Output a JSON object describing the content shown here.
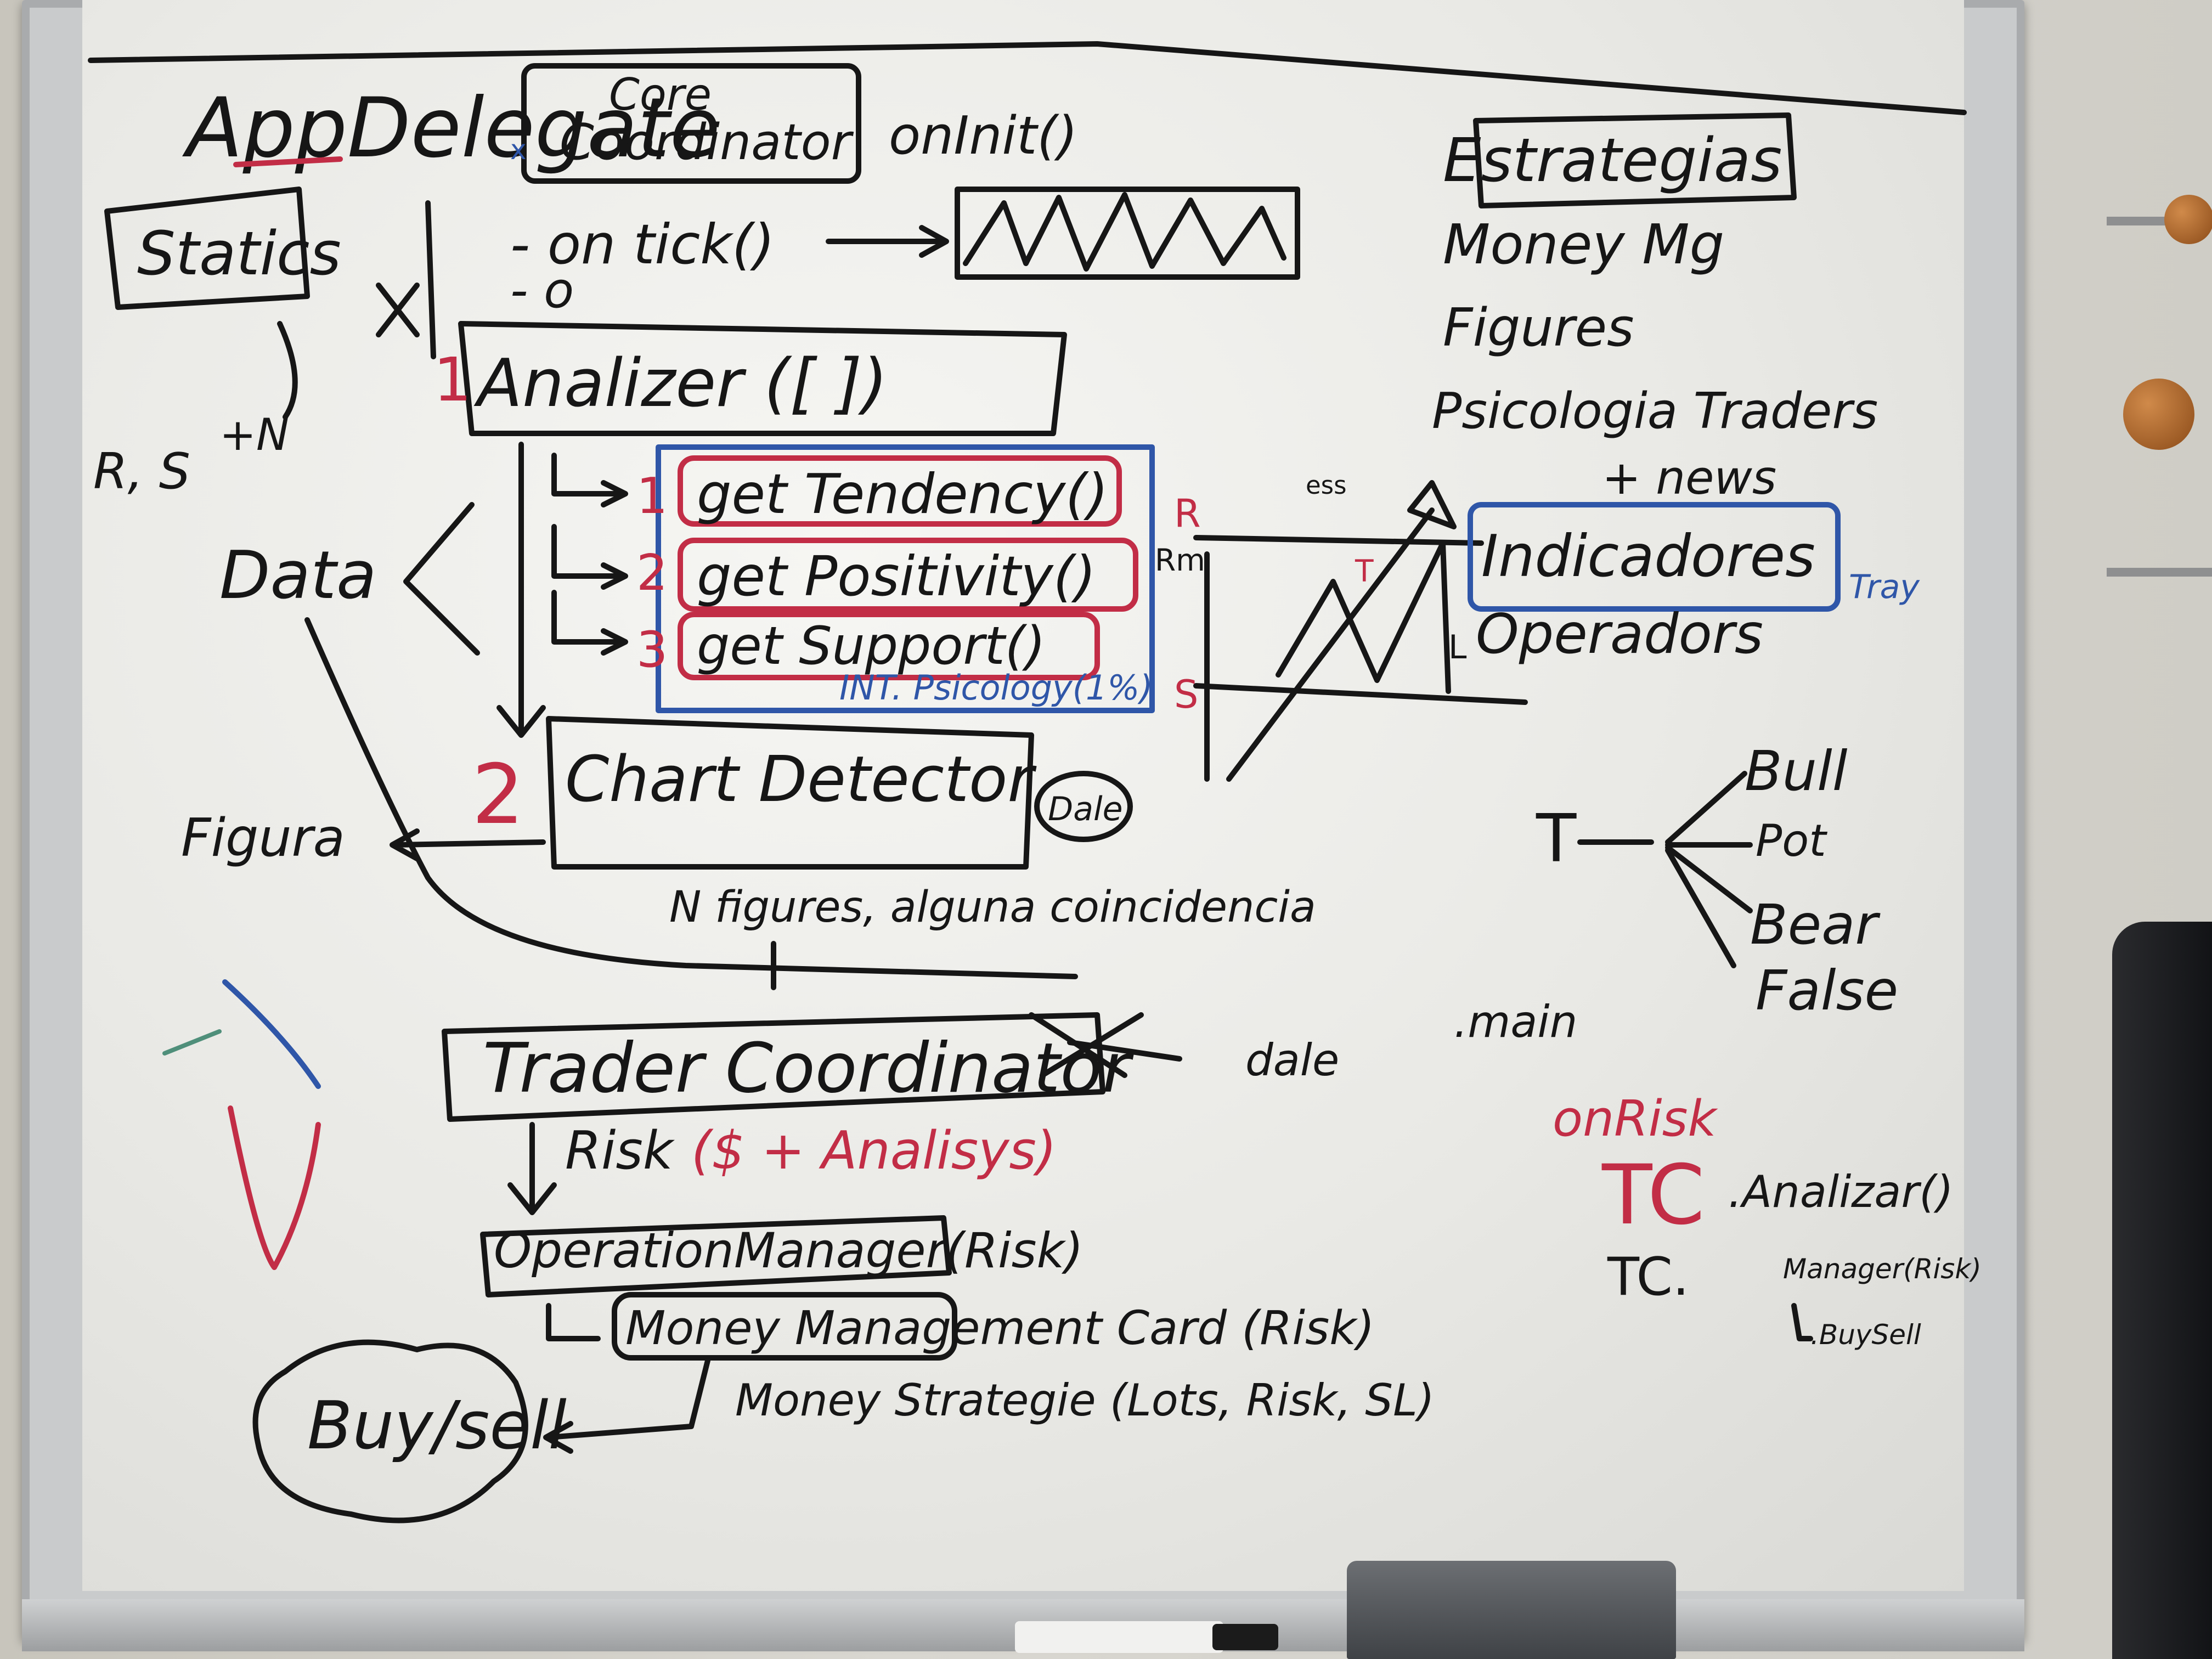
{
  "title": "AppDelegate",
  "core": {
    "line1": "Core",
    "line2": "Coordinator",
    "on_init": "onInit()"
  },
  "statics": "Statics",
  "on_tick": "- on tick()",
  "on_short": "- o",
  "analizer": "Analizer ([ ])",
  "methods": [
    "get Tendency()",
    "get Positivity()",
    "get Support()"
  ],
  "method_numbers": [
    "1",
    "2",
    "3"
  ],
  "psicology": "INT. Psicology(1%)",
  "left_notes": {
    "rs": "R, S",
    "rsn": "+N",
    "data": "Data",
    "figura": "Figura"
  },
  "number_1": "1",
  "number_2": "2",
  "chart_detector": "Chart Detector",
  "dale": "Dale",
  "figures_note": "N figures, alguna coincidencia",
  "trader_coordinator": "Trader Coordinator",
  "trader_suffix": "dale",
  "risk": "Risk",
  "risk_paren": "($ + Analisys)",
  "operation_manager": "OperationManager(Risk)",
  "money_mgmt": "Money Management Card (Risk)",
  "money_strategy": "Money Strategie (Lots, Risk, SL)",
  "buysell": "Buy/sell",
  "right_list": [
    "Estrategias",
    "Money Mg",
    "Figures",
    "Psicologia Traders",
    "+ news",
    "Indicadores",
    "Operadors"
  ],
  "trend_labels": {
    "r": "R",
    "s": "S",
    "t": "T",
    "l": "L",
    "rm": "Rm",
    "ess": "ess"
  },
  "tree": {
    "root": "T",
    "bull": "Bull",
    "pot": "Pot",
    "bear": "Bear",
    "false": "False"
  },
  "tray_note": "Tray",
  "main_notes": {
    "main": ".main",
    "onrisk": "onRisk",
    "tc": "TC",
    "tc_analyze": ".Analizar()",
    "tc2": "TC.",
    "tc_manager": "Manager(Risk)",
    "buysell": ".BuySell"
  }
}
